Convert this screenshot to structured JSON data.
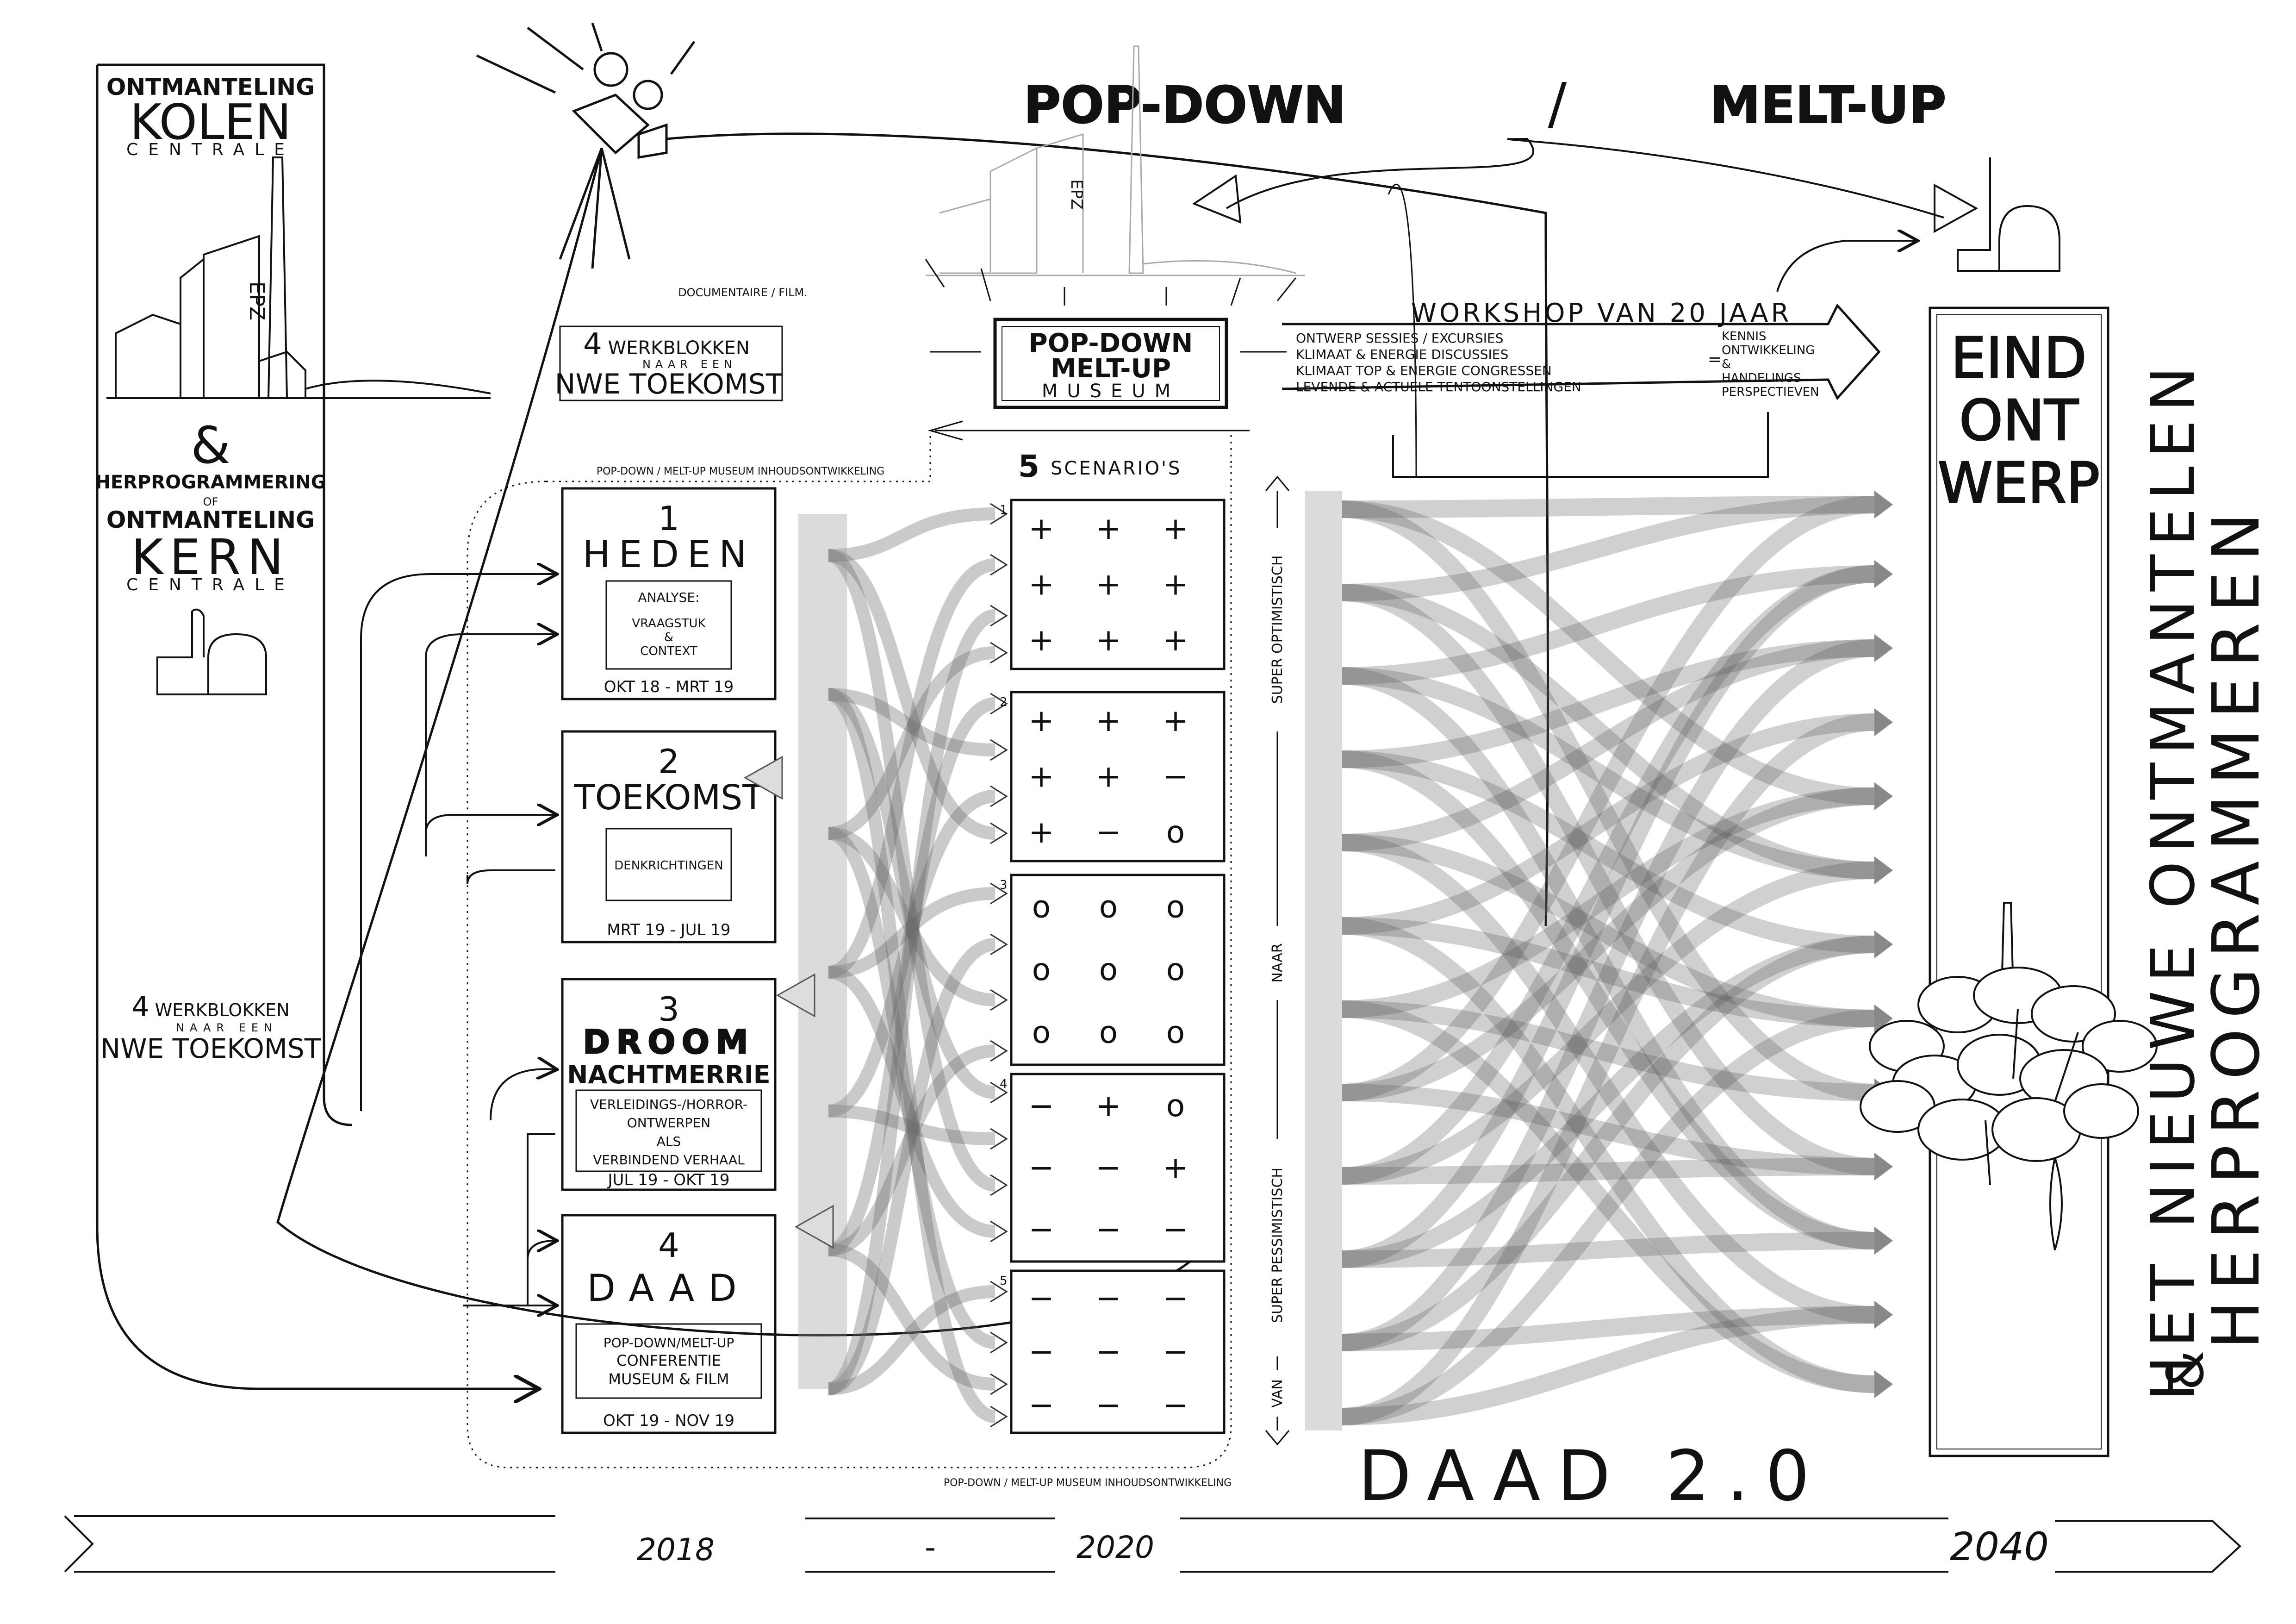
{
  "title_left": "POP-DOWN",
  "title_slash": "/",
  "title_right": "MELT-UP",
  "left_panel": {
    "line1": "ONTMANTELING",
    "line2": "KOLEN",
    "line3": "CENTRALE",
    "amp": "&",
    "line4": "HERPROGRAMMERING",
    "line5": "OF",
    "line6": "ONTMANTELING",
    "line7": "KERN",
    "line8": "CENTRALE",
    "epz": "EPZ",
    "wb_num": "4",
    "wb_line1": "WERKBLOKKEN",
    "wb_line2": "NAAR EEN",
    "wb_line3": "NWE TOEKOMST"
  },
  "camera_caption": "DOCUMENTAIRE / FILM.",
  "top_werkblokken": {
    "num": "4",
    "line1": "WERKBLOKKEN",
    "line2": "NAAR EEN",
    "line3": "NWE TOEKOMST"
  },
  "museum": {
    "line1": "POP-DOWN",
    "line2": "MELT-UP",
    "line3": "MUSEUM",
    "epz": "EPZ"
  },
  "inhoud_top": "POP-DOWN / MELT-UP MUSEUM  INHOUDSONTWIKKELING",
  "inhoud_bottom": "POP-DOWN / MELT-UP MUSEUM  INHOUDSONTWIKKELING",
  "workshop": {
    "title": "WORKSHOP  VAN 20 JAAR",
    "items": [
      "ONTWERP SESSIES / EXCURSIES",
      "KLIMAAT & ENERGIE DISCUSSIES",
      "KLIMAAT TOP & ENERGIE CONGRESSEN",
      "LEVENDE & ACTUELE TENTOONSTELLINGEN"
    ],
    "equals": "=",
    "result1": "KENNIS",
    "result2": "ONTWIKKELING",
    "result_amp": "&",
    "result3": "HANDELINGS",
    "result4": "PERSPECTIEVEN"
  },
  "blocks": [
    {
      "num": "1",
      "title": "HEDEN",
      "inner": [
        "ANALYSE:",
        "VRAAGSTUK",
        "&",
        "CONTEXT"
      ],
      "dates": "OKT 18 - MRT 19"
    },
    {
      "num": "2",
      "title": "TOEKOMST",
      "inner": [
        "DENKRICHTINGEN"
      ],
      "dates": "MRT 19 - JUL 19"
    },
    {
      "num": "3",
      "title": "DROOM",
      "subtitle": "NACHTMERRIE",
      "inner": [
        "VERLEIDINGS-/HORROR-",
        "ONTWERPEN",
        "ALS",
        "VERBINDEND VERHAAL"
      ],
      "dates": "JUL 19 - OKT 19"
    },
    {
      "num": "4",
      "title": "DAAD",
      "inner": [
        "POP-DOWN/MELT-UP",
        "CONFERENTIE",
        "MUSEUM & FILM"
      ],
      "dates": "OKT 19 - NOV 19"
    }
  ],
  "scenarios_header": {
    "num": "5",
    "label": "SCENARIO'S"
  },
  "scenarios": [
    {
      "num": "1",
      "symbols": [
        "+",
        "+",
        "+",
        "+",
        "+",
        "+",
        "+",
        "+",
        "+"
      ]
    },
    {
      "num": "2",
      "symbols": [
        "+",
        "+",
        "+",
        "+",
        "+",
        "−",
        "+",
        "−",
        "o"
      ]
    },
    {
      "num": "3",
      "symbols": [
        "o",
        "o",
        "o",
        "o",
        "o",
        "o",
        "o",
        "o",
        "o"
      ]
    },
    {
      "num": "4",
      "symbols": [
        "−",
        "+",
        "o",
        "−",
        "−",
        "+",
        "−",
        "−",
        "−"
      ]
    },
    {
      "num": "5",
      "symbols": [
        "−",
        "−",
        "−",
        "−",
        "−",
        "−",
        "−",
        "−",
        "−"
      ]
    }
  ],
  "axis": {
    "top": "SUPER OPTIMISTISCH",
    "mid": "NAAR",
    "bottom": "SUPER PESSIMISTISCH",
    "van": "VAN"
  },
  "daad2": "DAAD 2.0",
  "eind": {
    "line1": "EIND",
    "line2": "ONT",
    "line3": "WERP"
  },
  "vertical_title1": "HET NIEUWE ONTMANTELEN",
  "vertical_amp": "&",
  "vertical_title2": "HERPROGRAMMEREN",
  "timeline": {
    "y1": "2018",
    "dash": "-",
    "y2": "2020",
    "y3": "2040"
  }
}
